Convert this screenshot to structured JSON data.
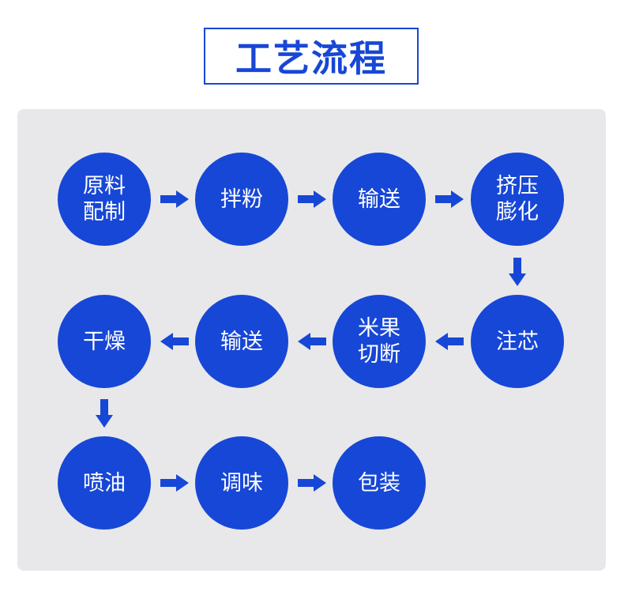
{
  "title": "工艺流程",
  "accent_color": "#1747d6",
  "panel_color": "#e8e8ea",
  "steps": [
    {
      "label": "原料\n配制"
    },
    {
      "label": "拌粉"
    },
    {
      "label": "输送"
    },
    {
      "label": "挤压\n膨化"
    },
    {
      "label": "注芯"
    },
    {
      "label": "米果\n切断"
    },
    {
      "label": "输送"
    },
    {
      "label": "干燥"
    },
    {
      "label": "喷油"
    },
    {
      "label": "调味"
    },
    {
      "label": "包装"
    }
  ],
  "arrows": [
    {
      "direction": "right"
    },
    {
      "direction": "right"
    },
    {
      "direction": "right"
    },
    {
      "direction": "down"
    },
    {
      "direction": "left"
    },
    {
      "direction": "left"
    },
    {
      "direction": "left"
    },
    {
      "direction": "down"
    },
    {
      "direction": "right"
    },
    {
      "direction": "right"
    }
  ]
}
